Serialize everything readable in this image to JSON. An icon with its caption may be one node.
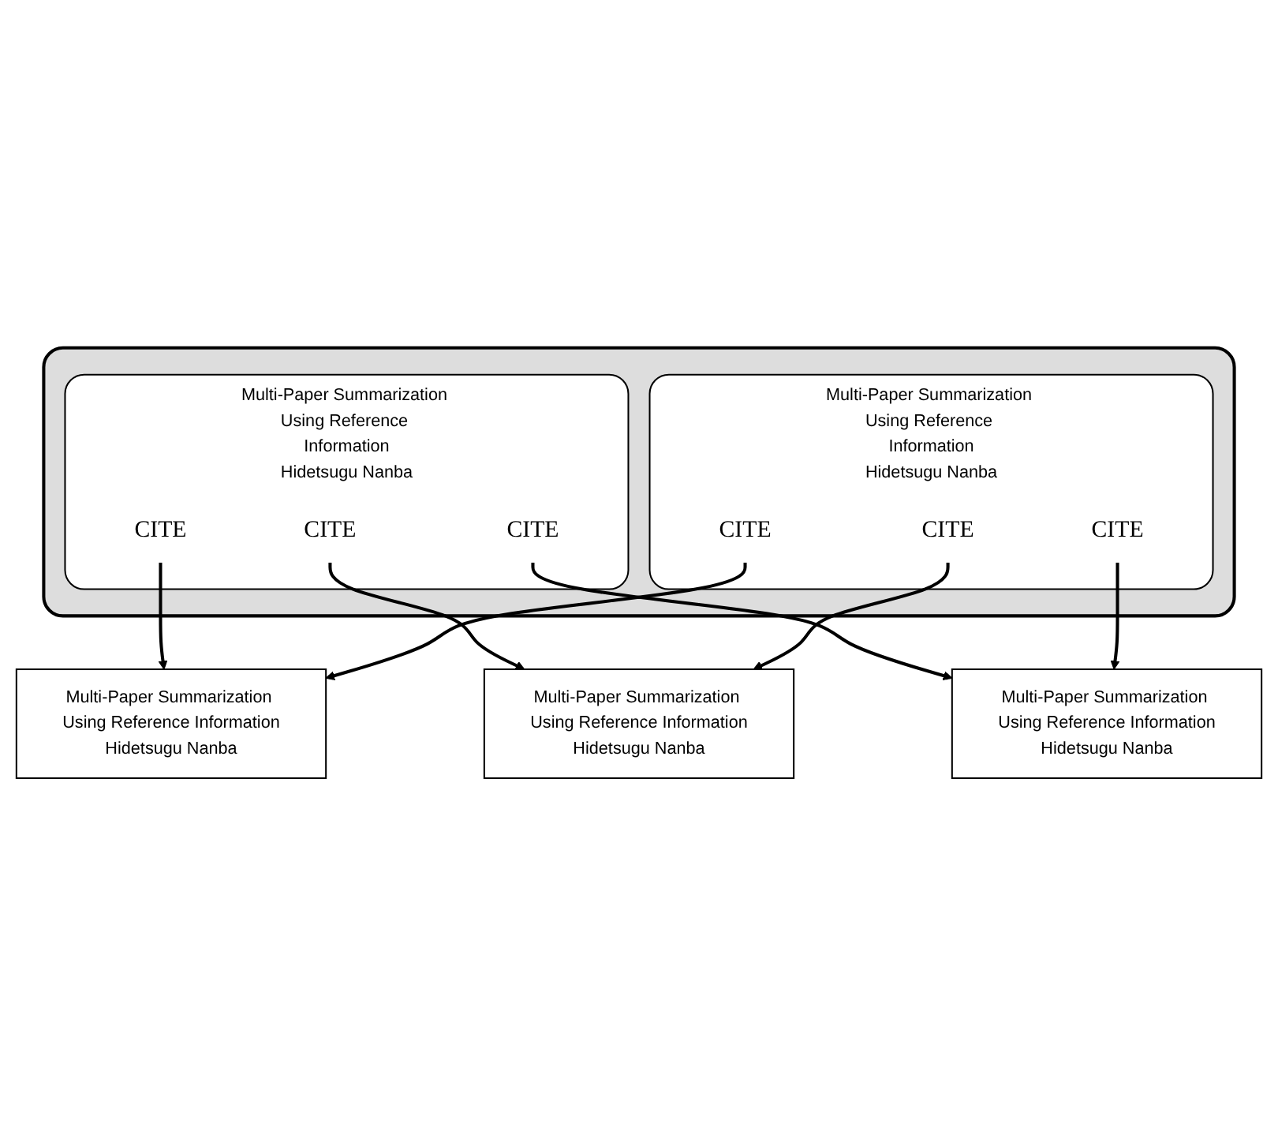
{
  "diagram": {
    "nodes": [
      {
        "text": [],
        "shape": "box"
      },
      {
        "text": [
          "Multi-Paper Summarization Using Reference Information",
          "Hidetsugu Nanba"
        ],
        "in": 0
      },
      {
        "text": [
          "CITE"
        ],
        "in": 1
      },
      {
        "text": [
          "CITE"
        ],
        "in": 1
      },
      {
        "text": [
          "CITE"
        ],
        "in": 1
      },
      {
        "text": [
          "Multi-Paper Summarization Using Reference Information",
          "Hidetsugu Nanba"
        ],
        "in": 0
      },
      {
        "text": [
          "CITE"
        ],
        "in": 5
      },
      {
        "text": [
          "CITE"
        ],
        "in": 5
      },
      {
        "text": [
          "CITE"
        ],
        "in": 5
      },
      {
        "text": [
          "Multi-Paper Summarization Using Reference Information",
          "Hidetsugu Nanba"
        ]
      },
      {
        "text": [
          "Multi-Paper Summarization Using Reference Information",
          "Hidetsugu Nanba"
        ]
      },
      {
        "text": [
          "Multi-Paper Summarization Using Reference Information",
          "Hidetsugu Nanba"
        ]
      }
    ],
    "edges": [
      {
        "from": 2,
        "to": 9,
        "arrow": "to"
      },
      {
        "from": 3,
        "to": 11,
        "arrow": "to"
      },
      {
        "from": 4,
        "to": 10,
        "arrow": "to"
      },
      {
        "from": 6,
        "to": 11,
        "arrow": "to"
      },
      {
        "from": 7,
        "to": 10,
        "arrow": "to"
      },
      {
        "from": 8,
        "to": 9,
        "arrow": "to"
      }
    ]
  }
}
